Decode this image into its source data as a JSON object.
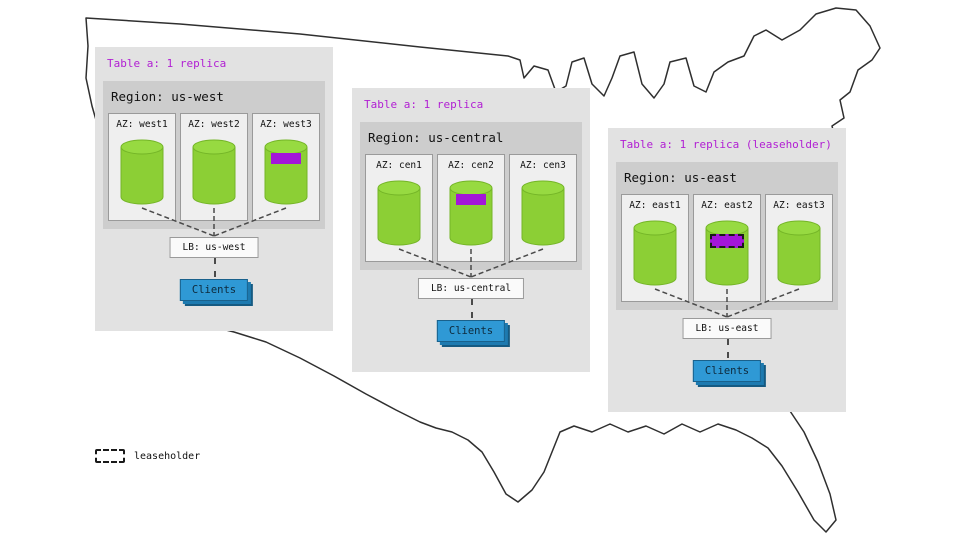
{
  "legend": {
    "label": "leaseholder"
  },
  "colors": {
    "panel_bg": "#e2e2e2",
    "region_bg": "#cdcdcd",
    "az_bg": "#efefef",
    "cylinder_green": "#8ccf35",
    "replica_purple": "#a316d9",
    "clients_blue": "#2f99d5",
    "title_purple": "#b11fd3"
  },
  "panels": [
    {
      "title": "Table a: 1 replica",
      "region": "Region: us-west",
      "azs": [
        {
          "label": "AZ: west1",
          "marker": "none"
        },
        {
          "label": "AZ: west2",
          "marker": "none"
        },
        {
          "label": "AZ: west3",
          "marker": "replica"
        }
      ],
      "lb": "LB: us-west",
      "clients": "Clients"
    },
    {
      "title": "Table a: 1 replica",
      "region": "Region: us-central",
      "azs": [
        {
          "label": "AZ: cen1",
          "marker": "none"
        },
        {
          "label": "AZ: cen2",
          "marker": "replica"
        },
        {
          "label": "AZ: cen3",
          "marker": "none"
        }
      ],
      "lb": "LB: us-central",
      "clients": "Clients"
    },
    {
      "title": "Table a: 1 replica (leaseholder)",
      "region": "Region: us-east",
      "azs": [
        {
          "label": "AZ: east1",
          "marker": "none"
        },
        {
          "label": "AZ: east2",
          "marker": "leaseholder"
        },
        {
          "label": "AZ: east3",
          "marker": "none"
        }
      ],
      "lb": "LB: us-east",
      "clients": "Clients"
    }
  ]
}
